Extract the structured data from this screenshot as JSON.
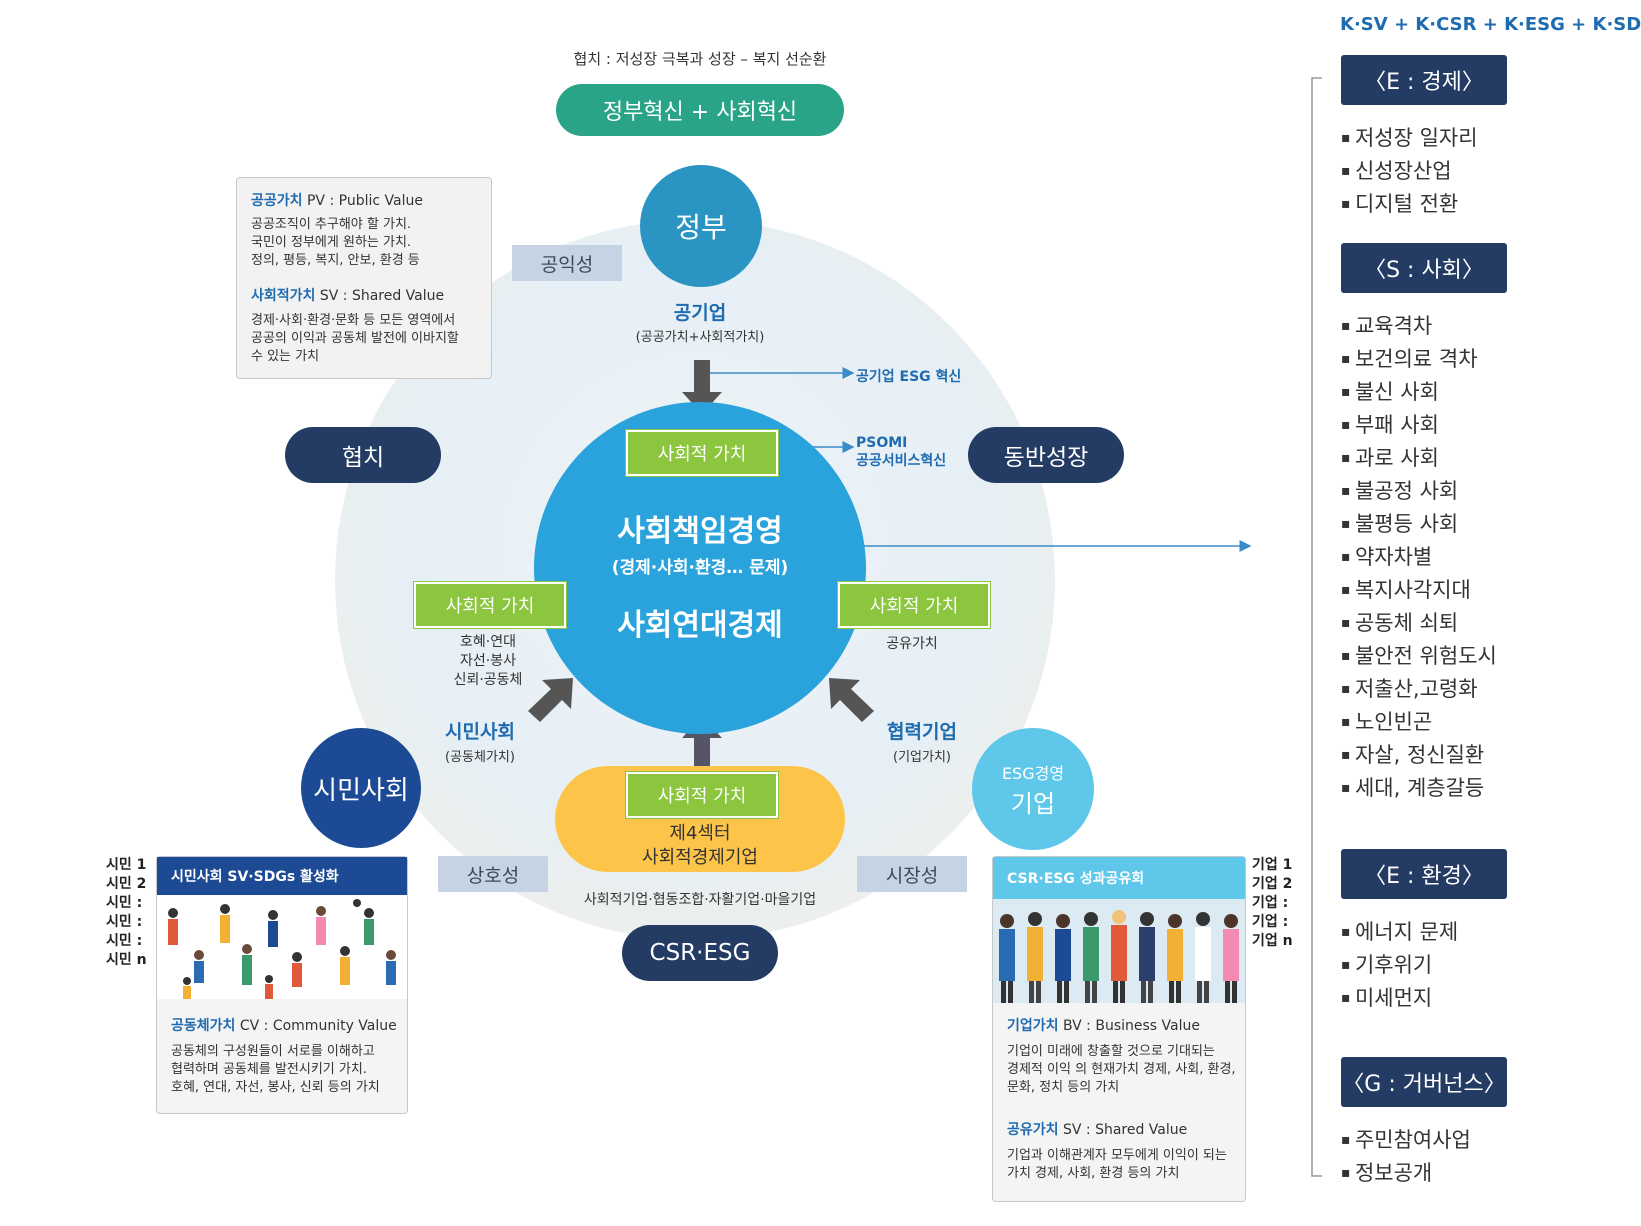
{
  "top": {
    "caption": "협치 : 저성장 극복과 성장 – 복지 선순환",
    "banner": "정부혁신 + 사회혁신"
  },
  "right_title": "K·SV + K·CSR + K·ESG + K·SDGs",
  "pv_card": {
    "pv_title_bold": "공공가치",
    "pv_title_rest": " PV : Public Value",
    "pv_lines": [
      "공공조직이 추구해야 할 가치.",
      "국민이 정부에게 원하는 가치.",
      "정의, 평등, 복지, 안보, 환경 등"
    ],
    "sv_title_bold": "사회적가치",
    "sv_title_rest": " SV : Shared Value",
    "sv_lines": [
      "경제·사회·환경·문화 등 모든 영역에서",
      "공공의 이익과 공동체 발전에 이바지할",
      "수 있는 가치"
    ]
  },
  "government": {
    "label": "정부"
  },
  "tags": {
    "public_interest": "공익성",
    "reciprocity": "상호성",
    "marketability": "시장성"
  },
  "public_enterprise": {
    "title": "공기업",
    "sub": "(공공가치+사회적가치)"
  },
  "arrows": {
    "esg_innovation": "공기업 ESG 혁신",
    "psomi_1": "PSOMI",
    "psomi_2": "공공서비스혁신"
  },
  "pills": {
    "governance": "협치",
    "shared_growth": "동반성장",
    "csr_esg": "CSR·ESG"
  },
  "center": {
    "title1": "사회책임경영",
    "sub": "(경제·사회·환경… 문제)",
    "title2": "사회연대경제",
    "sv_top": "사회적 가치"
  },
  "left_sv": {
    "label": "사회적 가치",
    "lines": [
      "호혜·연대",
      "자선·봉사",
      "신뢰·공동체"
    ]
  },
  "right_sv": {
    "label": "사회적 가치",
    "lines": [
      "공유가치"
    ]
  },
  "civil": {
    "title": "시민사회",
    "sub": "(공동체가치)",
    "circle": "시민사회"
  },
  "partner": {
    "title": "협력기업",
    "sub": "(기업가치)"
  },
  "esg_company": {
    "line1": "ESG경영",
    "line2": "기업"
  },
  "fourth_sector": {
    "sv": "사회적 가치",
    "line1": "제4섹터",
    "line2": "사회적경제기업",
    "caption": "사회적기업·협동조합·자활기업·마을기업"
  },
  "civil_card": {
    "header": "시민사회 SV·SDGs 활성화",
    "cv_title_bold": "공동체가치",
    "cv_title_rest": " CV : Community Value",
    "cv_lines": [
      "공동체의 구성원들이 서로를 이해하고",
      "협력하며 공동체를 발전시키기 가치.",
      "호혜, 연대, 자선, 봉사, 신뢰 등의 가치"
    ]
  },
  "citizens": [
    "시민 1",
    "시민 2",
    "시민 :",
    "시민 :",
    "시민 :",
    "시민 n"
  ],
  "company_card": {
    "header": "CSR·ESG 성과공유회",
    "bv_title_bold": "기업가치",
    "bv_title_rest": " BV : Business Value",
    "bv_lines": [
      "기업이 미래에 창출할 것으로 기대되는",
      "경제적 이익 의 현재가치 경제, 사회, 환경,",
      "문화, 정치 등의 가치"
    ],
    "sv_title_bold": "공유가치",
    "sv_title_rest": " SV : Shared Value",
    "sv_lines": [
      "기업과 이해관계자 모두에게 이익이 되는",
      "가치 경제, 사회, 환경 등의 가치"
    ]
  },
  "companies": [
    "기업 1",
    "기업 2",
    "기업 :",
    "기업 :",
    "기업 n"
  ],
  "categories": [
    {
      "head": "〈E : 경제〉",
      "items": [
        "저성장 일자리",
        "신성장산업",
        "디지털 전환"
      ]
    },
    {
      "head": "〈S : 사회〉",
      "items": [
        "교육격차",
        "보건의료 격차",
        "불신 사회",
        "부패 사회",
        "과로 사회",
        "불공정 사회",
        "불평등 사회",
        "약자차별",
        "복지사각지대",
        "공동체 쇠퇴",
        "불안전 위험도시",
        "저출산,고령화",
        "노인빈곤",
        "자살, 정신질환",
        "세대, 계층갈등"
      ]
    },
    {
      "head": "〈E : 환경〉",
      "items": [
        "에너지 문제",
        "기후위기",
        "미세먼지"
      ]
    },
    {
      "head": "〈G : 거버넌스〉",
      "items": [
        "주민참여사업",
        "정보공개"
      ]
    }
  ],
  "colors": {
    "navy": "#243b63",
    "green": "#8cc63e",
    "center_blue": "#2aa3dc",
    "gov_blue": "#2a94c2",
    "teal": "#2aa488",
    "yellow": "#fcc54a",
    "civil_blue": "#1c4a95",
    "light_blue": "#5ec7ea",
    "title_blue": "#1f6bb0"
  }
}
